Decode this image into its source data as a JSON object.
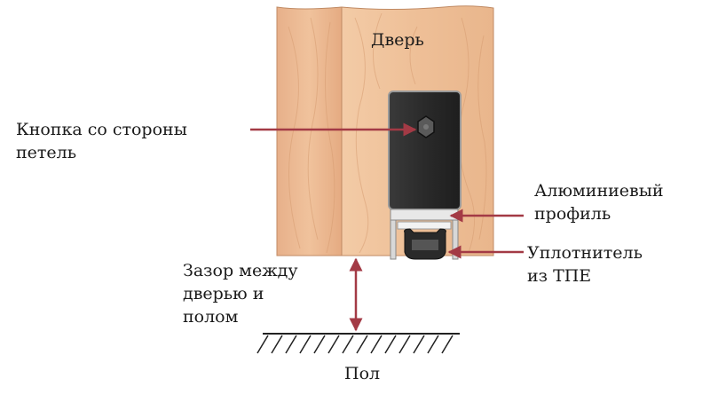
{
  "labels": {
    "door": "Дверь",
    "button": [
      "Кнопка со стороны",
      "петель"
    ],
    "profile": [
      "Алюминиевый",
      "профиль"
    ],
    "seal": [
      "Уплотнитель",
      "из ТПЕ"
    ],
    "gap": [
      "Зазор между",
      "дверью и",
      "полом"
    ],
    "floor": "Пол"
  },
  "colors": {
    "wood_light": "#f2c9a2",
    "wood_mid": "#e9b48a",
    "wood_dark": "#d99b6e",
    "housing": "#2b2b2b",
    "arrow": "#a33a45",
    "text": "#1a1a1a"
  }
}
